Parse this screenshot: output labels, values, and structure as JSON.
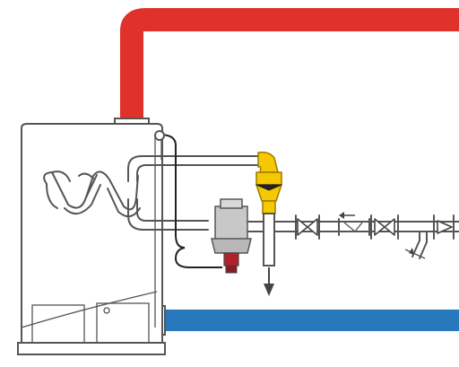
{
  "diagram": {
    "colors": {
      "hot_line": "#e0312b",
      "cold_line": "#2878bd",
      "relief_valve": "#f5c800",
      "mixing_valve_body": "#c8c8c8",
      "sensor_bulb": "#b3222a",
      "outline": "#555555"
    },
    "components": [
      "water-heater-tank",
      "heat-exchanger-coil",
      "hot-water-outlet-pipe",
      "cold-water-inlet-pipe",
      "temperature-pressure-relief-valve",
      "thermostatic-mixing-valve",
      "capillary-sensor-line",
      "drain-discharge-pipe",
      "gate-valve",
      "check-valve",
      "globe-valve",
      "strainer"
    ],
    "flow_arrows": [
      "discharge-down",
      "flow-left"
    ]
  }
}
